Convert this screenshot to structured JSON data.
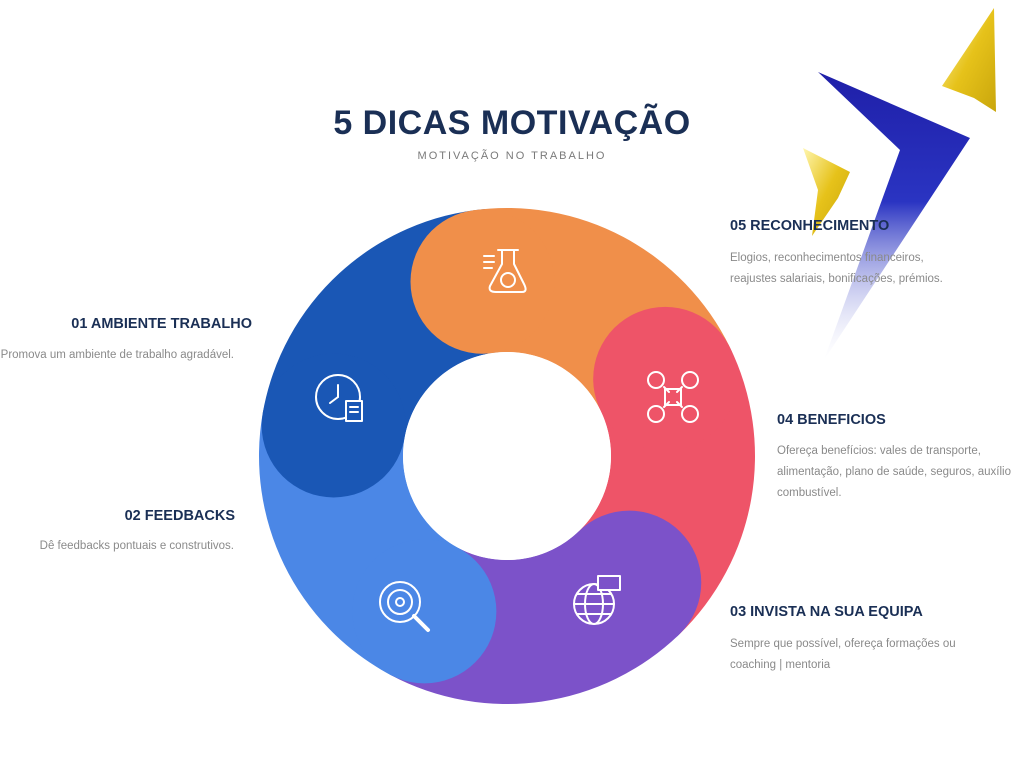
{
  "header": {
    "title": "5 DICAS MOTIVAÇÃO",
    "subtitle": "MOTIVAÇÃO NO TRABALHO"
  },
  "segments": [
    {
      "key": "s01",
      "heading": "01 AMBIENTE TRABALHO",
      "description": "Promova um ambiente de trabalho agradável.",
      "color": "#1a57b5",
      "icon": "clock-document-icon"
    },
    {
      "key": "s02",
      "heading": "02 FEEDBACKS",
      "description": "Dê feedbacks pontuais e construtivos.",
      "color": "#4b87e6",
      "icon": "location-search-icon"
    },
    {
      "key": "s03",
      "heading": "03 INVISTA NA SUA EQUIPA",
      "description": "Sempre que possível, ofereça formações ou coaching | mentoria",
      "color": "#7c52c9",
      "icon": "globe-flag-icon"
    },
    {
      "key": "s04",
      "heading": "04 BENEFICIOS",
      "description": "Ofereça benefícios: vales de transporte, alimentação, plano de saúde, seguros, auxílio combustível.",
      "color": "#ee5468",
      "icon": "money-network-icon"
    },
    {
      "key": "s05",
      "heading": "05 RECONHECIMENTO",
      "description": "Elogios, reconhecimentos financeiros, reajustes salariais, bonificações, prémios.",
      "color": "#f08f4a",
      "icon": "flask-gear-icon"
    }
  ],
  "decor": {
    "dark_chevron_color": "#1f1fa8",
    "gold_color": "#e6c21a"
  }
}
